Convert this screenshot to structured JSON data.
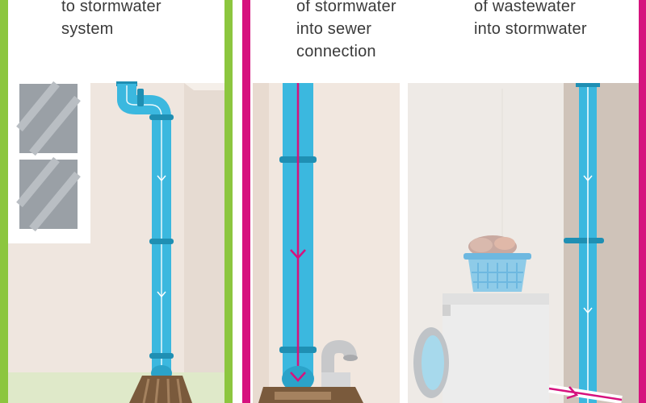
{
  "panels": [
    {
      "caption_lines": [
        "to stormwater",
        "system"
      ],
      "border_color": "#8cc63f"
    },
    {
      "caption_lines": [
        "of stormwater",
        "into sewer",
        "connection"
      ],
      "border_color": "#d6127e"
    },
    {
      "caption_lines": [
        "of wastewater",
        "into stormwater"
      ],
      "border_color": "#d6127e"
    }
  ],
  "colors": {
    "pipe": "#3bb8df",
    "pipe_dark": "#1f8fb3",
    "wall_left": "#efe6df",
    "wall_middle": "#f1e7df",
    "wall_right": "#eeeae6",
    "ground": "#dfe9c9",
    "wrong_flow": "#d6127e",
    "window_glass": "#9aa0a6"
  },
  "icons": [
    "downpipe-icon",
    "window-icon",
    "drain-grate-icon",
    "vent-pipe-icon",
    "laundry-basket-icon",
    "washing-machine-icon"
  ]
}
